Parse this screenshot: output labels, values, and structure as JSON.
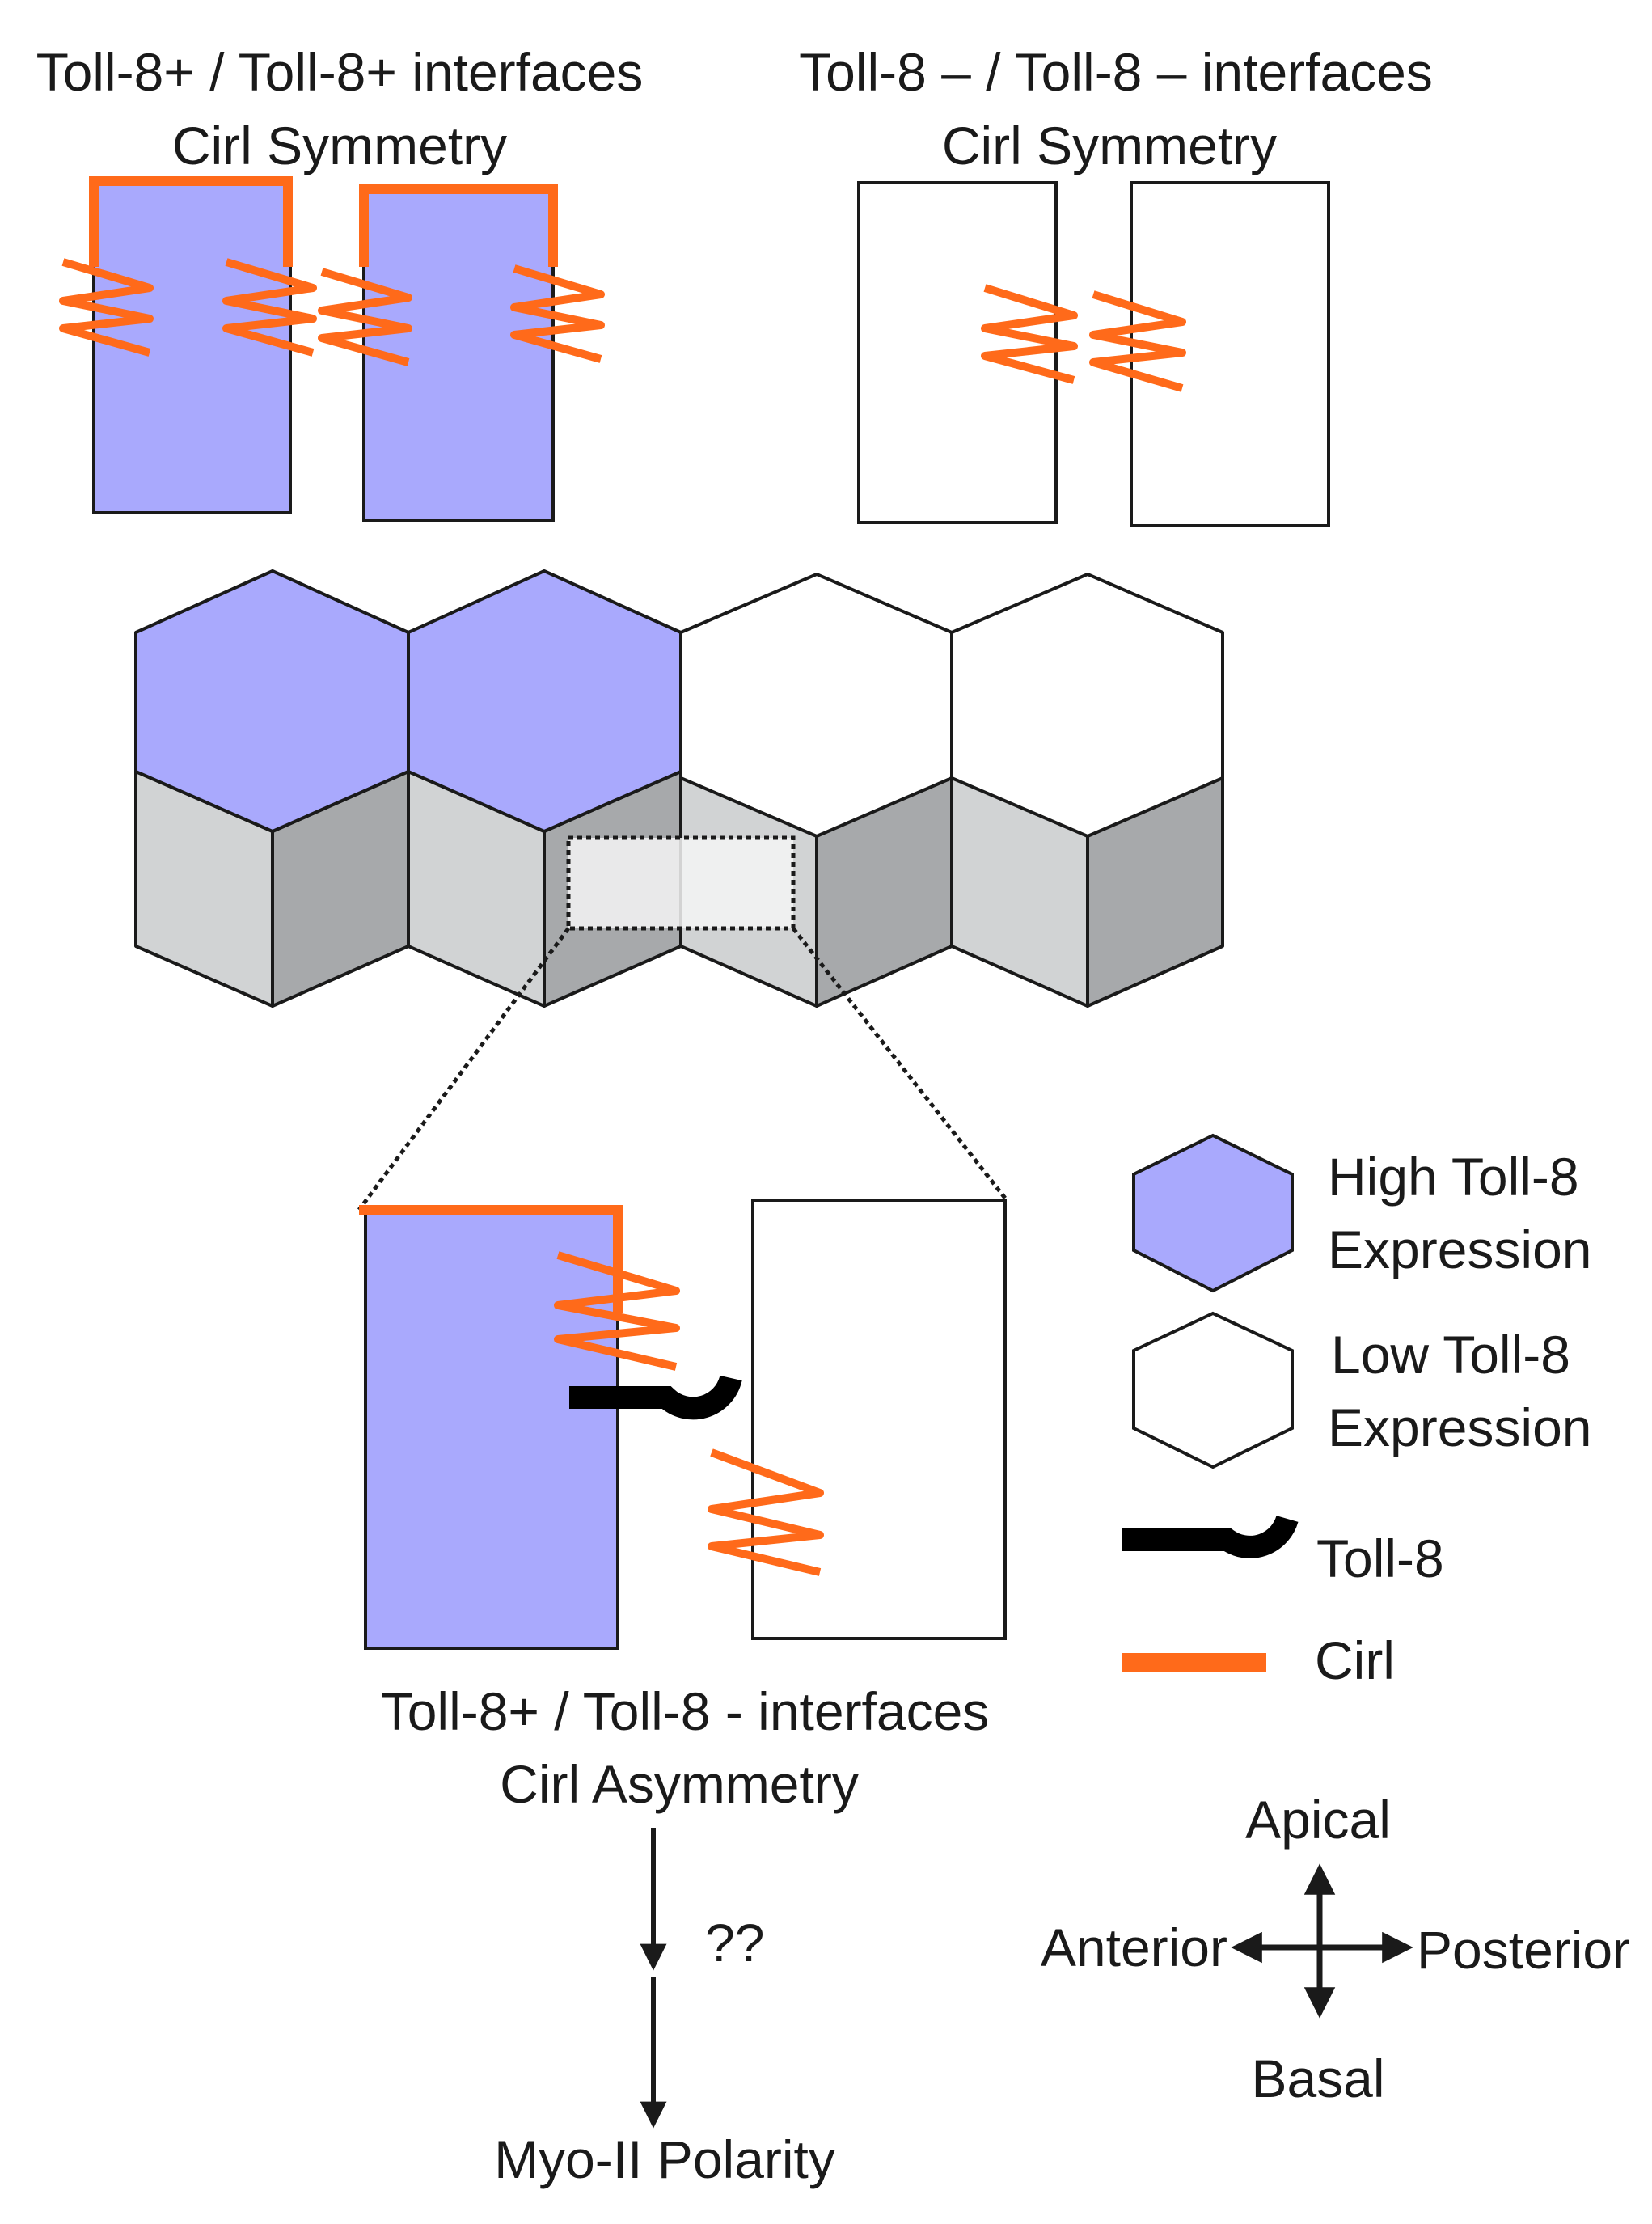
{
  "colors": {
    "high_expression": "#a9a9fd",
    "low_expression": "#ffffff",
    "cirl": "#ff6a1a",
    "toll8": "#000000",
    "side_light": "#d1d3d4",
    "side_dark": "#a7a9ab",
    "outline": "#1a1a1a"
  },
  "panels": {
    "top_left": {
      "title_line1": "Toll-8+ / Toll-8+ interfaces",
      "title_line2": "Cirl Symmetry"
    },
    "top_right": {
      "title_line1": "Toll-8 – / Toll-8 – interfaces",
      "title_line2": "Cirl Symmetry"
    },
    "bottom": {
      "title_line1": "Toll-8+ / Toll-8 - interfaces",
      "title_line2": "Cirl Asymmetry"
    }
  },
  "flow": {
    "unknown_step": "??",
    "outcome": "Myo-II Polarity"
  },
  "legend": {
    "high_line1": "High Toll-8",
    "high_line2": "Expression",
    "low_line1": "Low Toll-8",
    "low_line2": "Expression",
    "toll8": "Toll-8",
    "cirl": "Cirl"
  },
  "axes": {
    "up": "Apical",
    "down": "Basal",
    "left": "Anterior",
    "right": "Posterior"
  }
}
